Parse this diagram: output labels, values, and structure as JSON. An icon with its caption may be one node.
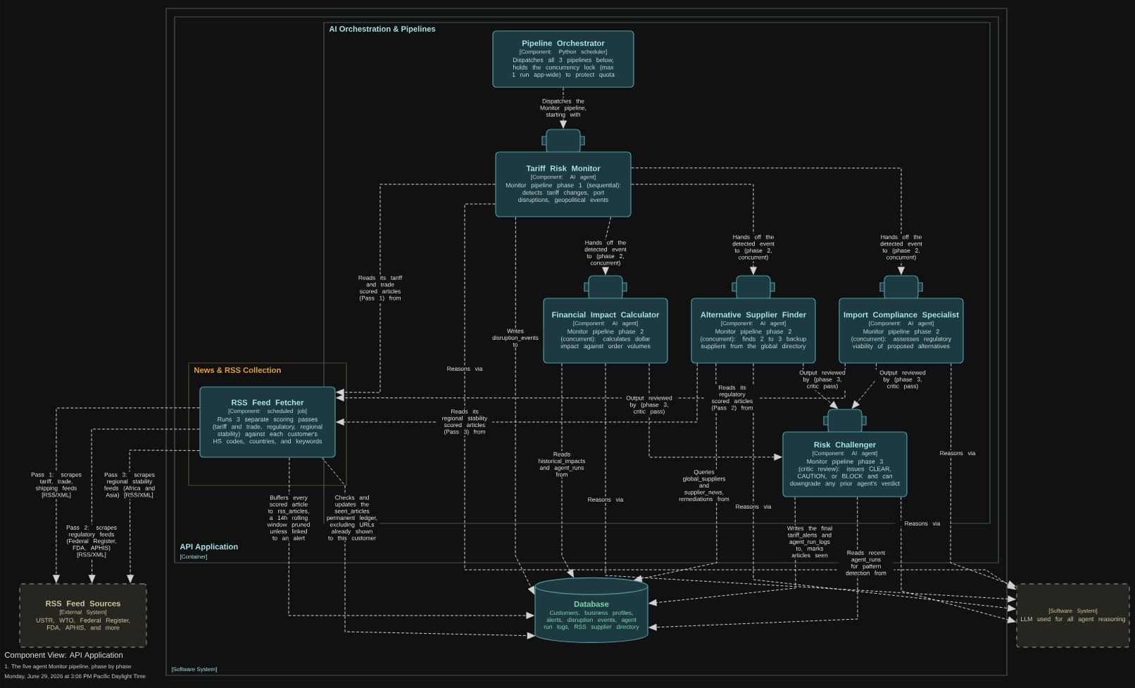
{
  "diagram": {
    "title": "Component View: API Application",
    "nodes": [
      {
        "text": [
          "[Software System]"
        ]
      },
      {
        "text": [
          "API Application",
          "[Container]"
        ],
        "in": 0
      },
      {
        "text": [
          "AI Orchestration & Pipelines"
        ],
        "in": 1
      },
      {
        "text": [
          "News & RSS Collection"
        ],
        "in": 1
      },
      {
        "text": [
          "Pipeline Orchestrator",
          "[Component: Python scheduler]",
          "Dispatches all 3 pipelines below, holds the concurrency lock (max 1 run app-wide) to protect quota"
        ],
        "in": 2
      },
      {
        "text": [
          "Tariff Risk Monitor",
          "[Component: AI agent]",
          "Monitor pipeline phase 1 (sequential): detects tariff changes, port disruptions, geopolitical events"
        ],
        "in": 2
      },
      {
        "text": [
          "Financial Impact Calculator",
          "[Component: AI agent]",
          "Monitor pipeline phase 2 (concurrent): calculates dollar impact against order volumes"
        ],
        "in": 2
      },
      {
        "text": [
          "Alternative Supplier Finder",
          "[Component: AI agent]",
          "Monitor pipeline phase 2 (concurrent): finds 2 to 3 backup suppliers from the global directory"
        ],
        "in": 2
      },
      {
        "text": [
          "Import Compliance Specialist",
          "[Component: AI agent]",
          "Monitor pipeline phase 2 (concurrent): assesses regulatory viability of proposed alternatives"
        ],
        "in": 2
      },
      {
        "text": [
          "Risk Challenger",
          "[Component: AI agent]",
          "Monitor pipeline phase 3 (critic review): issues CLEAR, CAUTION, or BLOCK and can downgrade any prior agent's verdict"
        ],
        "in": 2
      },
      {
        "text": [
          "RSS Feed Fetcher",
          "[Component: scheduled job]",
          "Runs 3 separate scoring passes (tariff and trade, regulatory, regional stability) against each customer's HS codes, countries, and keywords"
        ],
        "in": 3
      },
      {
        "text": [
          "RSS Feed Sources",
          "[External System]",
          "USTR, WTO, Federal Register, FDA, APHIS, and more"
        ]
      },
      {
        "text": [
          "Database",
          "Customers, business profiles, alerts, disruption events, agent run logs, RSS supplier directory"
        ],
        "in": 0
      },
      {
        "text": [
          "[Software System]",
          "LLM used for all agent reasoning"
        ]
      }
    ],
    "edges": [
      {
        "from": 4,
        "to": 5,
        "arrow": "to",
        "label": "Dispatches the Monitor pipeline, starting with"
      },
      {
        "from": 5,
        "to": 6,
        "arrow": "to",
        "label": "Hands off the detected event to (phase 2, concurrent)"
      },
      {
        "from": 5,
        "to": 7,
        "arrow": "to",
        "label": "Hands off the detected event to (phase 2, concurrent)"
      },
      {
        "from": 5,
        "to": 8,
        "arrow": "to",
        "label": "Hands off the detected event to (phase 2, concurrent)"
      },
      {
        "from": 6,
        "to": 9,
        "arrow": "to",
        "label": "Output reviewed by (phase 3, critic pass)"
      },
      {
        "from": 7,
        "to": 9,
        "arrow": "to",
        "label": "Output reviewed by (phase 3, critic pass)"
      },
      {
        "from": 8,
        "to": 9,
        "arrow": "to",
        "label": "Output reviewed by (phase 3, critic pass)"
      },
      {
        "from": 5,
        "to": 10,
        "arrow": "to",
        "label": "Reads its tariff and trade scored articles (Pass 1) from"
      },
      {
        "from": 7,
        "to": 10,
        "arrow": "to",
        "label": "Reads its regional stability scored articles (Pass 3) from"
      },
      {
        "from": 8,
        "to": 10,
        "arrow": "to",
        "label": "Reads its regulatory scored articles (Pass 2) from"
      },
      {
        "from": 5,
        "to": 13,
        "arrow": "to",
        "label": "Reasons via"
      },
      {
        "from": 6,
        "to": 13,
        "arrow": "to",
        "label": "Reasons via"
      },
      {
        "from": 7,
        "to": 13,
        "arrow": "to",
        "label": "Reasons via"
      },
      {
        "from": 9,
        "to": 13,
        "arrow": "to",
        "label": "Reasons via"
      },
      {
        "from": 8,
        "to": 13,
        "arrow": "to",
        "label": "Reasons via"
      },
      {
        "from": 5,
        "to": 12,
        "arrow": "to",
        "label": "Writes disruption_events to"
      },
      {
        "from": 6,
        "to": 12,
        "arrow": "to",
        "label": "Reads historical_impacts and agent_runs from"
      },
      {
        "from": 7,
        "to": 12,
        "arrow": "to",
        "label": "Queries global_suppliers and supplier_news, remediations from"
      },
      {
        "from": 9,
        "to": 12,
        "arrow": "to",
        "label": "Writes the final tariff_alerts and agent_run_logs to, marks articles seen"
      },
      {
        "from": 9,
        "to": 12,
        "arrow": "to",
        "label": "Reads recent agent_runs for pattern detection from"
      },
      {
        "from": 10,
        "to": 11,
        "arrow": "to",
        "label": "Pass 1: scrapes tariff, trade, shipping feeds [RSS/XML]"
      },
      {
        "from": 10,
        "to": 11,
        "arrow": "to",
        "label": "Pass 2: scrapes regulatory feeds (Federal Register, FDA, APHIS) [RSS/XML]"
      },
      {
        "from": 10,
        "to": 11,
        "arrow": "to",
        "label": "Pass 3: scrapes regional stability feeds (Africa and Asia) [RSS/XML]"
      },
      {
        "from": 10,
        "to": 12,
        "arrow": "to",
        "label": "Buffers every scored article to rss_articles, a 14h rolling window pruned unless linked to an alert"
      },
      {
        "from": 10,
        "to": 12,
        "arrow": "to",
        "label": "Checks and updates the seen_articles permanent ledger, excluding URLs already shown to this customer"
      }
    ],
    "labels": [
      "1. The five agent Monitor pipeline, phase by phase",
      "Monday, June 29, 2026 at 3:06 PM Pacific Daylight Time"
    ]
  }
}
